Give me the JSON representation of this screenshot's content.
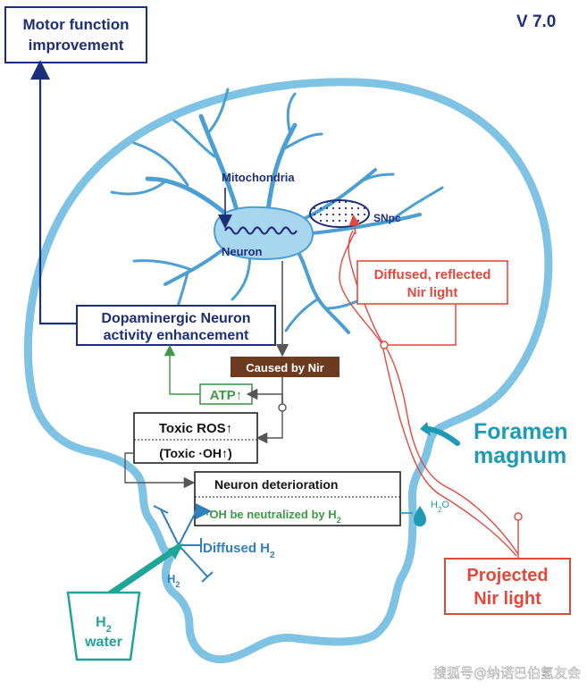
{
  "version": "V 7.0",
  "labels": {
    "motor_1": "Motor function",
    "motor_2": "improvement",
    "mitochondria": "Mitochondria",
    "neuron": "Neuron",
    "snpc": "SNpc",
    "dopa_1": "Dopaminergic Neuron",
    "dopa_2": "activity enhancement",
    "caused_by_nir": "Caused by Nir",
    "atp": "ATP↑",
    "toxic_ros": "Toxic ROS↑",
    "toxic_oh": "(Toxic ·OH↑)",
    "neuron_det": "Neuron deterioration",
    "oh_neutral": "·OH be neutralized by H",
    "oh_neutral_sub": "2",
    "h2o": "H",
    "h2o_sub": "2",
    "h2o_end": "O",
    "diffused_h2": "Diffused H",
    "diffused_h2_sub": "2",
    "h2_small": "H",
    "h2_small_sub": "2",
    "water_h": "H",
    "water_h_sub": "2",
    "water_word": "water",
    "diffused_nir_1": "Diffused, reflected",
    "diffused_nir_2": "Nir light",
    "foramen_1": "Foramen",
    "foramen_2": "magnum",
    "projected_1": "Projected",
    "projected_2": "Nir light",
    "watermark": "搜狐号@纳诺巴伯氢友会"
  },
  "colors": {
    "navy": "#1e2f7a",
    "head_blue": "#7fc3e4",
    "neuron_fill": "#a8d6ef",
    "neuron_stroke": "#4b9fd2",
    "green": "#3f9a48",
    "brown": "#6b3a1f",
    "red": "#e5473c",
    "teal": "#1f9ab4",
    "h2_blue": "#2f7fbf"
  }
}
